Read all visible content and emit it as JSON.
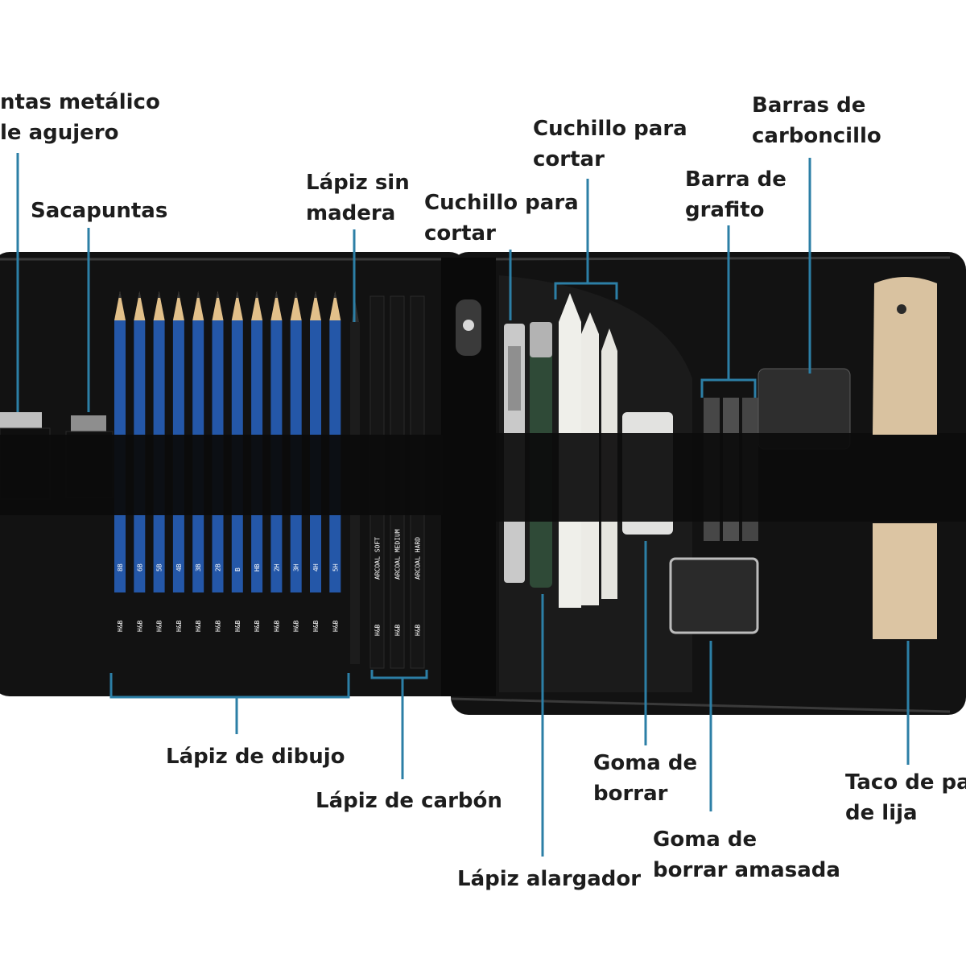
{
  "colors": {
    "leader": "#2c7fa6",
    "case_black": "#111111",
    "pencil_blue": "#2457a8",
    "paper_white": "#ecebe6",
    "sandpaper": "#dcc5a3",
    "label_text": "#1d1d1d"
  },
  "labels": {
    "sharpener_metal": [
      "ntas metálico",
      "le agujero"
    ],
    "sharpener": [
      "Sacapuntas"
    ],
    "woodless_pencil": [
      "Lápiz sin",
      "madera"
    ],
    "knife_left": [
      "Cuchillo para",
      "cortar"
    ],
    "knife_top": [
      "Cuchillo para",
      "cortar"
    ],
    "graphite_bar": [
      "Barra de",
      "grafito"
    ],
    "charcoal_bars": [
      "Barras de",
      "carboncillo"
    ],
    "drawing_pencil": [
      "Lápiz de dibujo"
    ],
    "charcoal_pencil": [
      "Lápiz de carbón"
    ],
    "extender": [
      "Lápiz alargador"
    ],
    "eraser": [
      "Goma de",
      "borrar"
    ],
    "kneaded_eraser": [
      "Goma de",
      "borrar amasada"
    ],
    "sandpaper_block": [
      "Taco de pap",
      "de lija"
    ]
  },
  "pencil_grades": [
    "8B",
    "6B",
    "5B",
    "4B",
    "3B",
    "2B",
    "B",
    "HB",
    "2H",
    "3H",
    "4H",
    "5H"
  ],
  "charcoal_pencils": [
    "SOFT",
    "MEDIUM",
    "HARD"
  ],
  "charcoal_pencil_prefix": "ARCOAL",
  "brand_mark": "H&B"
}
